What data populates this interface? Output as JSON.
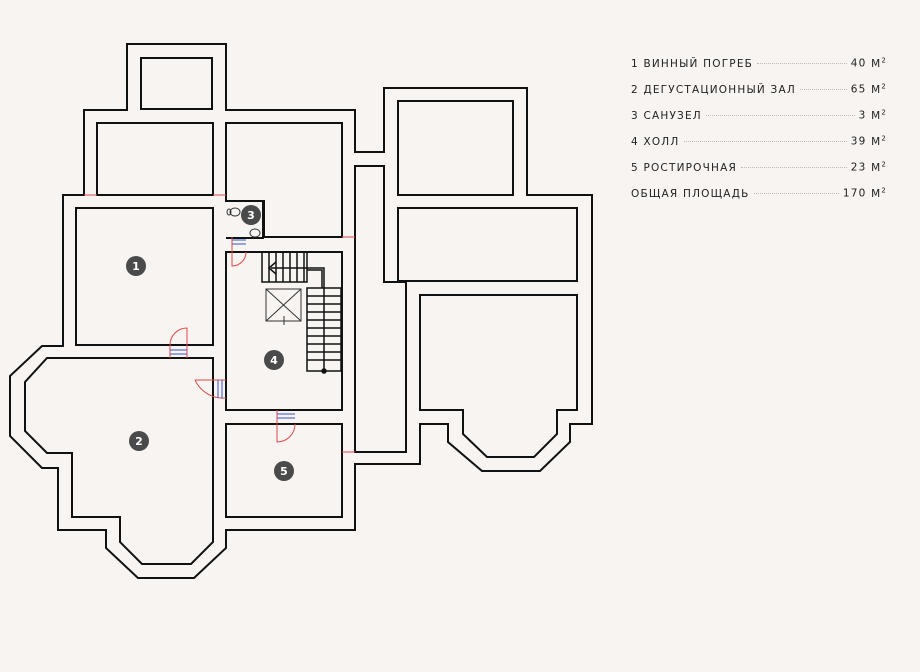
{
  "legend": [
    {
      "num": "1",
      "name": "ВИННЫЙ ПОГРЕБ",
      "area": "40",
      "unit": "М"
    },
    {
      "num": "2",
      "name": "ДЕГУСТАЦИОННЫЙ ЗАЛ",
      "area": "65",
      "unit": "М"
    },
    {
      "num": "3",
      "name": "САНУЗЕЛ",
      "area": "3",
      "unit": "М"
    },
    {
      "num": "4",
      "name": "ХОЛЛ",
      "area": "39",
      "unit": "М"
    },
    {
      "num": "5",
      "name": "РОСТИРОЧНАЯ",
      "area": "23",
      "unit": "М"
    }
  ],
  "total": {
    "name": "ОБЩАЯ ПЛОЩАДЬ",
    "area": "170",
    "unit": "М"
  },
  "unit_exponent": "2",
  "room_markers": [
    "1",
    "2",
    "3",
    "4",
    "5"
  ],
  "colors": {
    "wall": "#111111",
    "door_swing": "#e04848",
    "window": "#3355cc",
    "marker": "#4a4a4a",
    "background": "#f7f4f1"
  }
}
